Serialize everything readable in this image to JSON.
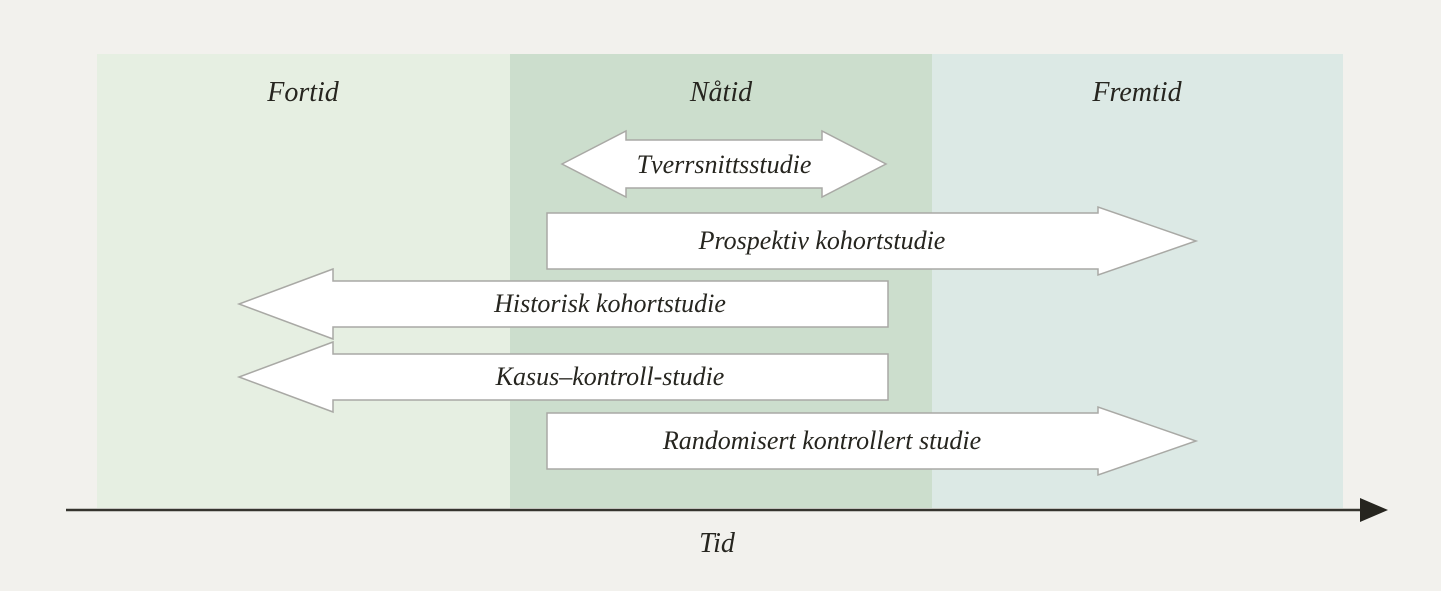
{
  "diagram": {
    "page_background": "#f2f1ed",
    "text_color": "#26251f",
    "axis_color": "#35342e",
    "arrow_fill": "#ffffff",
    "arrow_border": "#a9a9a5",
    "panels": [
      {
        "label": "Fortid",
        "color": "#e6efe2"
      },
      {
        "label": "Nåtid",
        "color": "#ccdecd"
      },
      {
        "label": "Fremtid",
        "color": "#dce9e5"
      }
    ],
    "arrows": [
      {
        "label": "Tverrsnittsstudie",
        "direction": "both",
        "span": "present"
      },
      {
        "label": "Prospektiv kohortstudie",
        "direction": "right",
        "span": "present-to-future"
      },
      {
        "label": "Historisk kohortstudie",
        "direction": "left",
        "span": "present-to-past"
      },
      {
        "label": "Kasus–kontroll-studie",
        "direction": "left",
        "span": "present-to-past"
      },
      {
        "label": "Randomisert kontrollert studie",
        "direction": "right",
        "span": "present-to-future"
      }
    ],
    "axis": {
      "label": "Tid"
    }
  }
}
